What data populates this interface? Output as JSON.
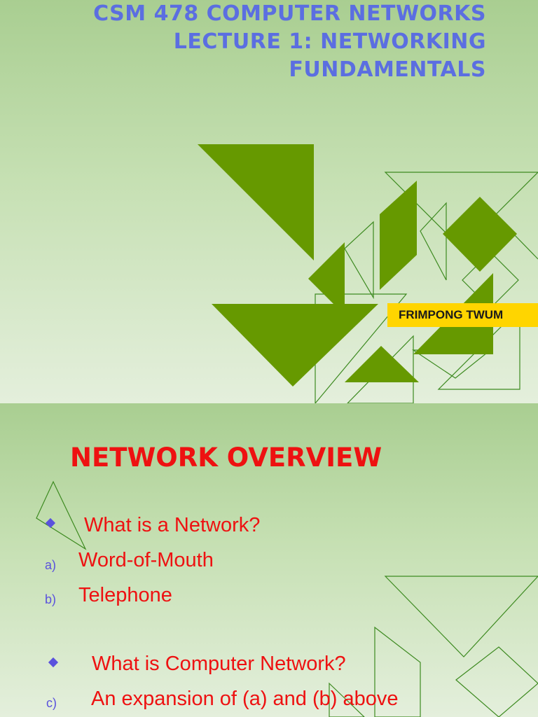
{
  "slide1": {
    "title_lines": [
      "CSM 478 COMPUTER NETWORKS",
      "LECTURE 1: NETWORKING",
      "FUNDAMENTALS"
    ],
    "author": "FRIMPONG TWUM",
    "colors": {
      "title": "#5b6ee1",
      "shapes": "#669900",
      "author_bg": "#ffd500"
    }
  },
  "slide2": {
    "heading": "NETWORK OVERVIEW",
    "q1": {
      "text": "What is a Network?"
    },
    "items1": [
      {
        "marker": "a)",
        "text": "Word-of-Mouth"
      },
      {
        "marker": "b)",
        "text": "Telephone"
      }
    ],
    "q2": {
      "text": "What is Computer Network?"
    },
    "items2": [
      {
        "marker": "c)",
        "text": "An expansion of (a) and (b) above"
      }
    ],
    "colors": {
      "heading": "#ee1111",
      "bullet": "#5a52dd"
    }
  }
}
